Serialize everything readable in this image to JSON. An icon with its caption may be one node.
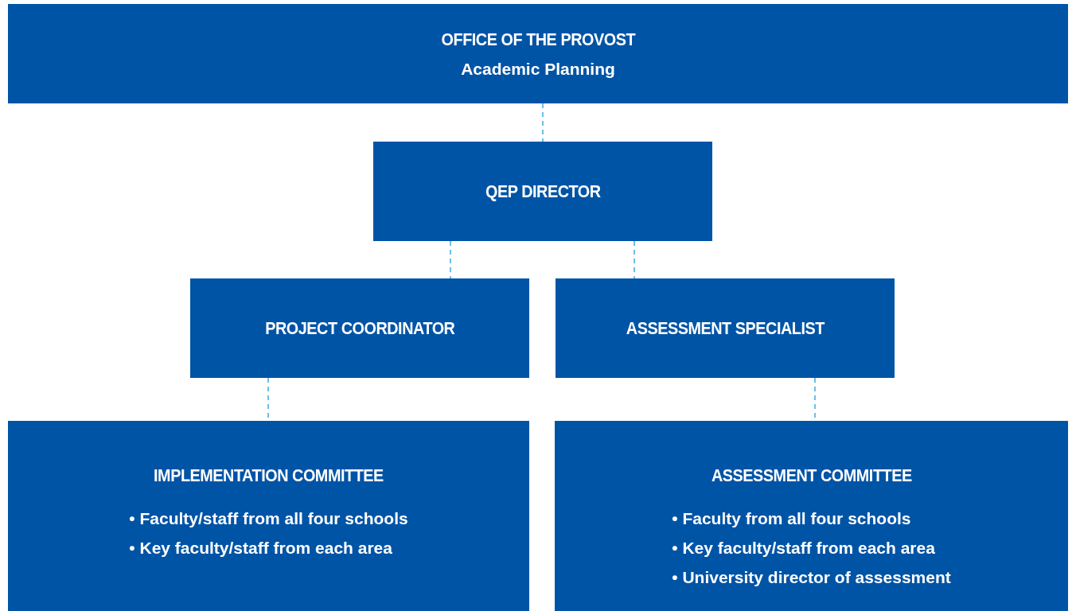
{
  "diagram": {
    "nodes": [
      {
        "text": [
          "OFFICE OF THE PROVOST",
          "Academic Planning"
        ]
      },
      {
        "text": [
          "QEP DIRECTOR"
        ]
      },
      {
        "text": [
          "PROJECT COORDINATOR"
        ]
      },
      {
        "text": [
          "ASSESSMENT SPECIALIST"
        ]
      },
      {
        "text": [
          "IMPLEMENTATION COMMITTEE",
          "• Faculty/staff from all four schools",
          "• Key faculty/staff from each area"
        ]
      },
      {
        "text": [
          "ASSESSMENT COMMITTEE",
          "• Faculty from all four schools",
          "• Key faculty/staff from each area",
          "• University director of assessment"
        ]
      }
    ],
    "edges": [
      {
        "from": 0,
        "to": 1,
        "arrow": "none",
        "style": "dashed"
      },
      {
        "from": 1,
        "to": 2,
        "arrow": "none",
        "style": "dashed"
      },
      {
        "from": 1,
        "to": 3,
        "arrow": "none",
        "style": "dashed"
      },
      {
        "from": 2,
        "to": 4,
        "arrow": "none",
        "style": "dashed"
      },
      {
        "from": 3,
        "to": 5,
        "arrow": "none",
        "style": "dashed"
      }
    ]
  }
}
